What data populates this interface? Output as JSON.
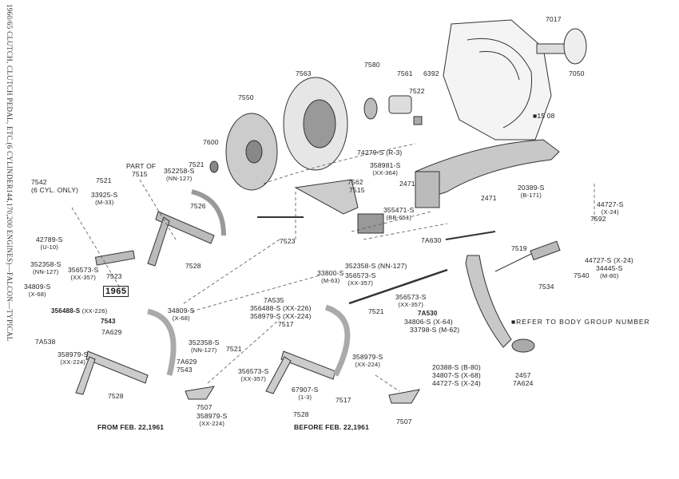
{
  "title": "1960/65 CLUTCH, CLUTCH PEDAL, ETC.(6 CYLINDER144,170,200 ENGINES)—FALCON—TYPICAL",
  "note": "■REFER TO BODY GROUP NUMBER",
  "year_box": "1965",
  "captions": {
    "from": "FROM FEB. 22,1961",
    "before": "BEFORE FEB. 22,1961"
  },
  "labels": {
    "p7017": "7017",
    "p7050": "7050",
    "p6392": "6392",
    "p7580": "7580",
    "p7561": "7561",
    "p7522": "7522",
    "p7563": "7563",
    "p7550": "7550",
    "p7600": "7600",
    "p401508": "■15 08",
    "p74279": "74279-S (R-3)",
    "p358981": "358981-S",
    "p358981_sub": "(XX-364)",
    "p2471a": "2471",
    "p2471b": "2471",
    "p20389": "20389-S",
    "p20389_sub": "(B-171)",
    "p7562": "7562",
    "p7515a": "7515",
    "p355471": "355471-S",
    "p355471_sub": "(BB-651)",
    "p7523a": "7523",
    "p352258a": "352258-S",
    "p352258a_sub": "(NN-127)",
    "p7521a": "7521",
    "p7526": "7526",
    "partof": "PART OF",
    "p7515b": "7515",
    "p7542": "7542",
    "p7542_sub": "(6 CYL. ONLY)",
    "p7521b": "7521",
    "p33925": "33925-S",
    "p33925_sub": "(M-33)",
    "p42789": "42789-S",
    "p42789_sub": "(U-10)",
    "p352358b": "352358-S",
    "p352358b_sub": "(NN-127)",
    "p356573a": "356573-S",
    "p356573a_sub": "(XX-357)",
    "p7523b": "7523",
    "p7528a": "7528",
    "p34809a": "34809-S",
    "p34809a_sub": "(X-68)",
    "p356488a": "356488-S",
    "p356488a_sub": "(XX-226)",
    "p7543a": "7543",
    "p7a629a": "7A629",
    "p7a538": "7A538",
    "p358979a": "358979-S",
    "p358979a_sub": "(XX-224)",
    "p7528b": "7528",
    "p7a629b": "7A629",
    "p7543b": "7543",
    "p7507a": "7507",
    "p358979b": "358979-S",
    "p358979b_sub": "(XX-224)",
    "p34809b": "34809-S",
    "p34809b_sub": "(X-68)",
    "p7a535": "7A535",
    "p356488b": "356488-S (XX-226)",
    "p358979c": "358979-S (XX-224)",
    "p7517a": "7517",
    "p352358c": "352358-S",
    "p352358c_sub": "(NN-127)",
    "p7521c": "7521",
    "p356573b": "356573-S",
    "p356573b_sub": "(XX-357)",
    "p33800": "33800-S",
    "p33800_sub": "(M-63)",
    "p352358d": "352358-S (NN-127)",
    "p356573c": "356573-S",
    "p356573c_sub": "(XX-357)",
    "p7521d": "7521",
    "p356573d": "356573-S",
    "p356573d_sub": "(XX-357)",
    "p7a530": "7A530",
    "p34806": "34806-S (X-64)",
    "p33798": "33798-S (M-62)",
    "p7a630": "7A630",
    "p7519": "7519",
    "p7534": "7534",
    "p7540": "7540",
    "p44727a": "44727-S",
    "p44727a_sub": "(X-24)",
    "p7592": "7592",
    "p44727b": "44727-S (X-24)",
    "p34445": "34445-S",
    "p34445_sub": "(M-80)",
    "p358979d": "358979-S",
    "p358979d_sub": "(XX-224)",
    "p67907": "67907-S",
    "p67907_sub": "(1-3)",
    "p7517b": "7517",
    "p7528c": "7528",
    "p20388": "20388-S (B-80)",
    "p34807": "34807-S (X-68)",
    "p44727c": "44727-S (X-24)",
    "p7507b": "7507",
    "p2457": "2457",
    "p7a624": "7A624"
  }
}
